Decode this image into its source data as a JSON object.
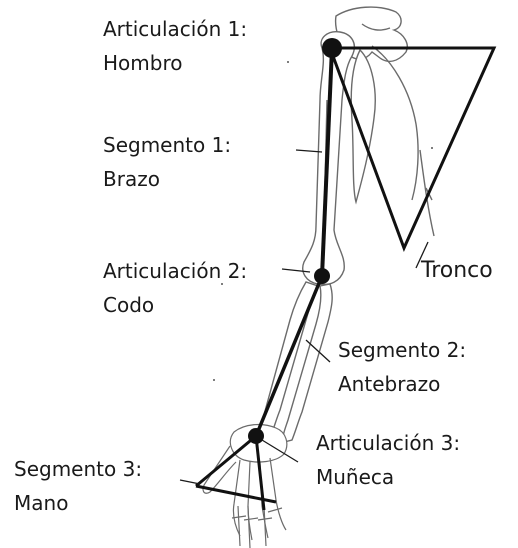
{
  "labels": {
    "articulacion_1": {
      "title": "Articulación 1:",
      "name": "Hombro"
    },
    "segmento_1": {
      "title": "Segmento 1:",
      "name": "Brazo"
    },
    "articulacion_2": {
      "title": "Articulación 2:",
      "name": "Codo"
    },
    "tronco": "Tronco",
    "segmento_2": {
      "title": "Segmento 2:",
      "name": "Antebrazo"
    },
    "articulacion_3": {
      "title": "Articulación 3:",
      "name": "Muñeca"
    },
    "segmento_3": {
      "title": "Segmento 3:",
      "name": "Mano"
    }
  },
  "colors": {
    "ink": "#1a1a1a",
    "bone_fill": "#ffffff",
    "bone_stroke": "#6b6b6b",
    "joint": "#111111"
  }
}
